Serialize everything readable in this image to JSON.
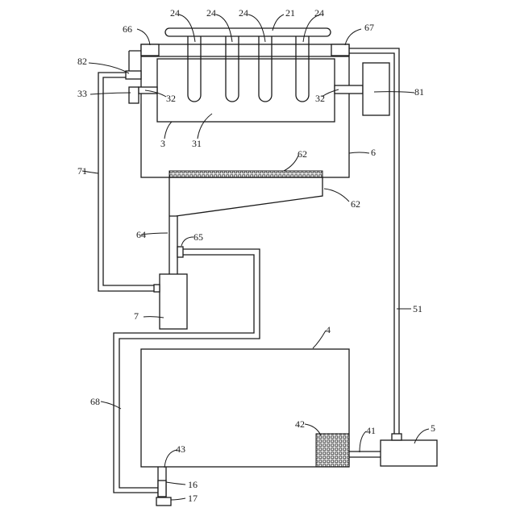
{
  "labels": {
    "l24a": "24",
    "l24b": "24",
    "l24c": "24",
    "l21": "21",
    "l24d": "24",
    "l66": "66",
    "l67": "67",
    "l82": "82",
    "l33": "33",
    "l32a": "32",
    "l32b": "32",
    "l81": "81",
    "l3": "3",
    "l31": "31",
    "l62a": "62",
    "l6": "6",
    "l71": "71",
    "l62b": "62",
    "l64": "64",
    "l65": "65",
    "l7": "7",
    "l51": "51",
    "l4": "4",
    "l68": "68",
    "l42": "42",
    "l41": "41",
    "l5": "5",
    "l43": "43",
    "l16": "16",
    "l17": "17"
  }
}
